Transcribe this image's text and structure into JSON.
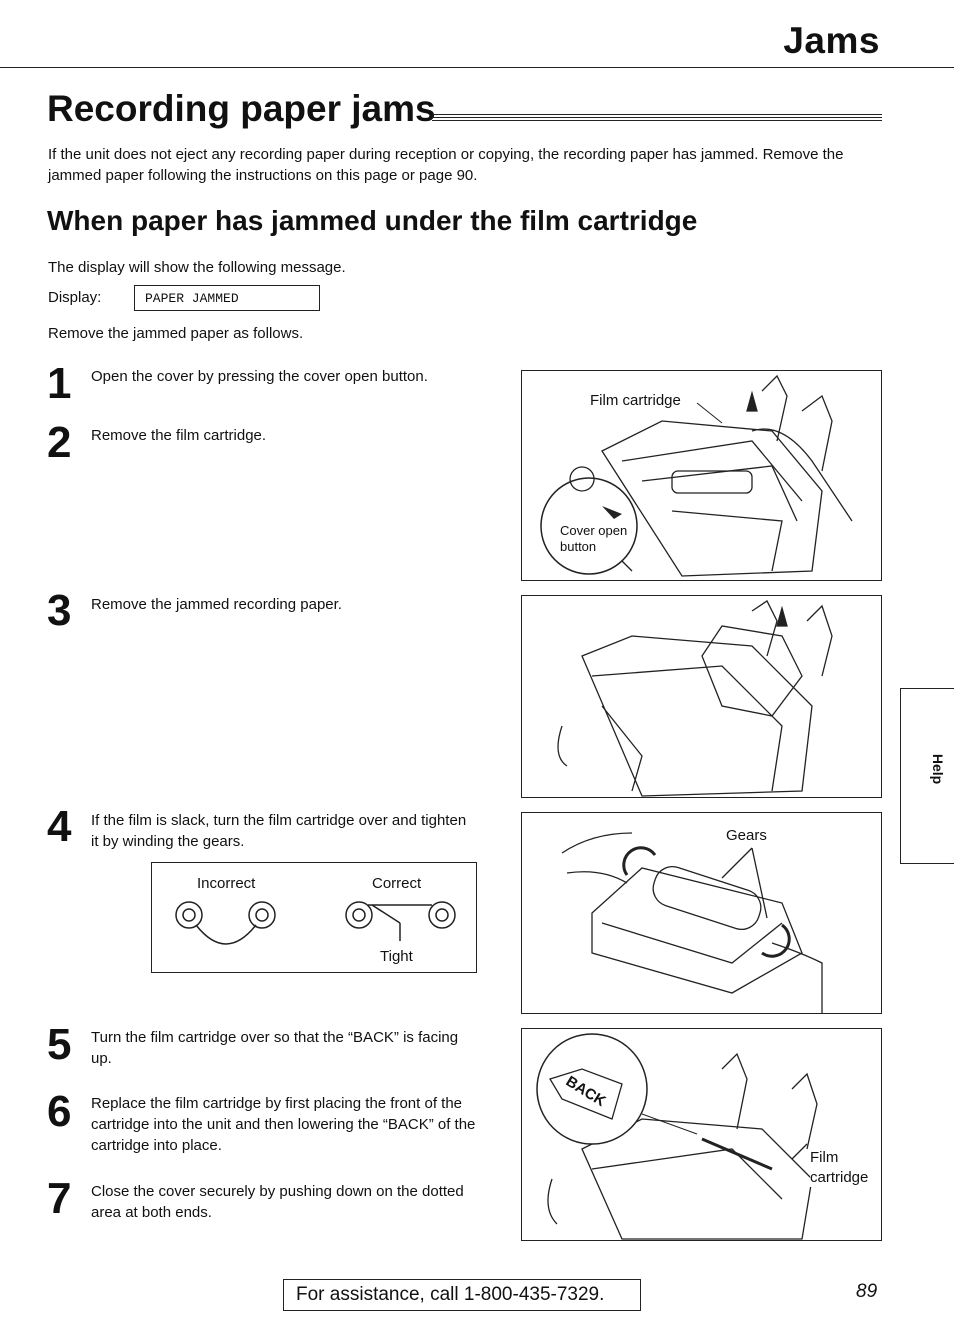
{
  "header": {
    "section_title": "Jams"
  },
  "title": "Recording paper jams",
  "intro": "If the unit does not eject any recording paper during reception or copying, the recording paper has jammed. Remove the jammed paper following the instructions on this page or page 90.",
  "subtitle": "When paper has jammed under the film cartridge",
  "display_intro": "The display will show the following message.",
  "display_label": "Display:",
  "display_message": "PAPER JAMMED",
  "remove_intro": "Remove the jammed paper as follows.",
  "steps": [
    {
      "num": "1",
      "text": "Open the cover by pressing the cover open button."
    },
    {
      "num": "2",
      "text": "Remove the film cartridge."
    },
    {
      "num": "3",
      "text": "Remove the jammed recording paper."
    },
    {
      "num": "4",
      "text": "If the film is slack, turn the film cartridge over and tighten it by winding the gears."
    },
    {
      "num": "5",
      "text": "Turn the film cartridge over so that the “BACK” is facing up."
    },
    {
      "num": "6",
      "text": "Replace the film cartridge by first placing the front of the cartridge into the unit and then lowering the “BACK” of the cartridge into place."
    },
    {
      "num": "7",
      "text": "Close the cover securely by pushing down on the dotted area at both ends."
    }
  ],
  "slack_diagram": {
    "incorrect": "Incorrect",
    "correct": "Correct",
    "tight": "Tight"
  },
  "figures": {
    "fig1": {
      "film_cartridge": "Film cartridge",
      "cover_open_line1": "Cover open",
      "cover_open_line2": "button"
    },
    "fig3": {
      "gears": "Gears"
    },
    "fig4": {
      "back": "BACK",
      "film_line1": "Film",
      "film_line2": "cartridge"
    }
  },
  "side_tab": "Help",
  "footer": {
    "assistance": "For assistance, call 1-800-435-7329.",
    "page_number": "89"
  }
}
